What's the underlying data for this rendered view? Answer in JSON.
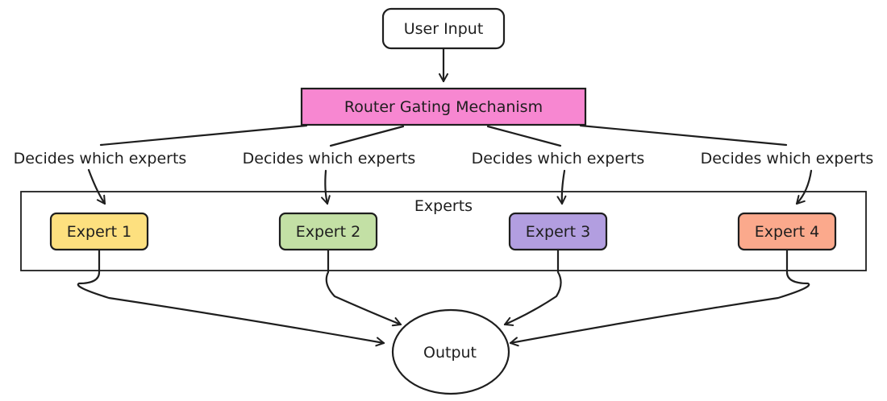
{
  "nodes": {
    "user_input": {
      "label": "User Input"
    },
    "router": {
      "label": "Router Gating Mechanism",
      "fill": "#f787d1"
    },
    "experts_group": {
      "label": "Experts"
    },
    "experts": [
      {
        "label": "Expert 1",
        "fill": "#fde07f"
      },
      {
        "label": "Expert 2",
        "fill": "#c3e0a5"
      },
      {
        "label": "Expert 3",
        "fill": "#b29ee0"
      },
      {
        "label": "Expert 4",
        "fill": "#fba98c"
      }
    ],
    "output": {
      "label": "Output"
    }
  },
  "edge_labels": [
    "Decides which experts",
    "Decides which experts",
    "Decides which experts",
    "Decides which experts"
  ]
}
